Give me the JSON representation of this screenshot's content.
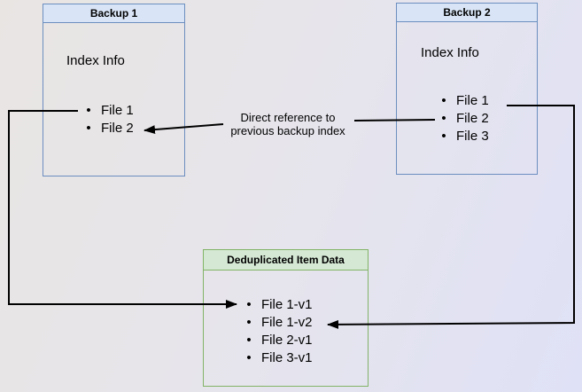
{
  "backup1": {
    "title": "Backup 1",
    "subtitle": "Index Info",
    "files": [
      "File 1",
      "File 2"
    ]
  },
  "backup2": {
    "title": "Backup 2",
    "subtitle": "Index Info",
    "files": [
      "File 1",
      "File 2",
      "File 3"
    ]
  },
  "dedup": {
    "title": "Deduplicated Item Data",
    "items": [
      "File 1-v1",
      "File 1-v2",
      "File 2-v1",
      "File 3-v1"
    ]
  },
  "edge_label": {
    "line1": "Direct reference to",
    "line2": "previous backup index"
  },
  "colors": {
    "blue_fill": "#d9e5f6",
    "blue_border": "#6c8ebf",
    "green_fill": "#d5e8d4",
    "green_border": "#82b366",
    "arrow": "#000000"
  }
}
